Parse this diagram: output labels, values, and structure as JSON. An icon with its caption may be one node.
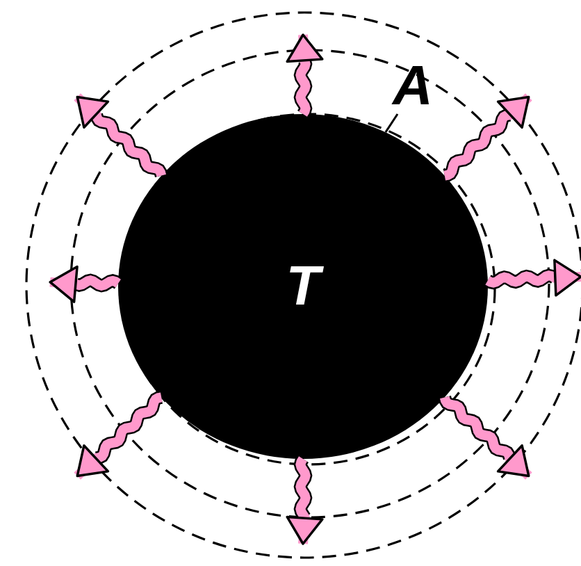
{
  "diagram": {
    "nodes": [
      {
        "text": [
          "T"
        ]
      },
      {
        "text": [
          "A"
        ]
      }
    ],
    "edges": [
      {
        "from": 0,
        "to": null,
        "arrow": "to"
      },
      {
        "from": 0,
        "to": null,
        "arrow": "to"
      },
      {
        "from": 0,
        "to": null,
        "arrow": "to"
      },
      {
        "from": 0,
        "to": null,
        "arrow": "to"
      },
      {
        "from": 0,
        "to": null,
        "arrow": "to"
      },
      {
        "from": 0,
        "to": null,
        "arrow": "to"
      },
      {
        "from": 0,
        "to": null,
        "arrow": "to"
      },
      {
        "from": 0,
        "to": null,
        "arrow": "to"
      },
      {
        "from": 1,
        "to": 0,
        "arrow": "none",
        "color": "#000000"
      }
    ]
  }
}
